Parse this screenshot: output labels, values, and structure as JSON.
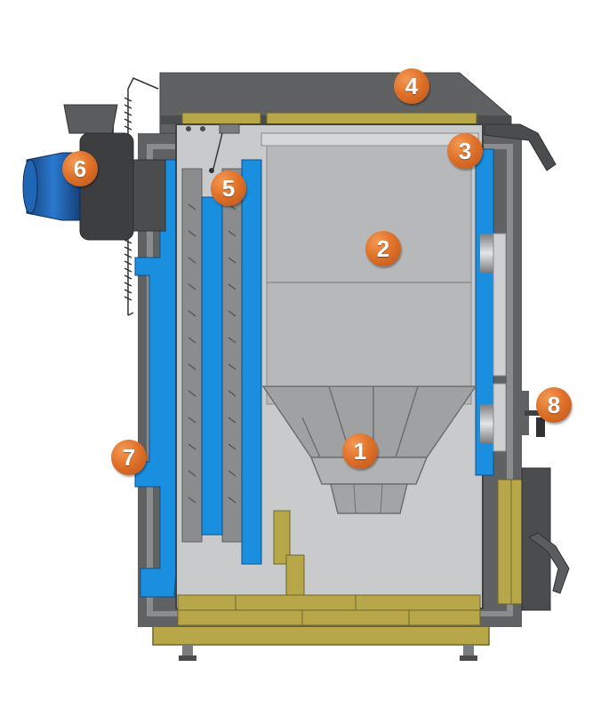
{
  "diagram": {
    "markers": [
      {
        "id": 1,
        "label": "1",
        "part": "burner-grate"
      },
      {
        "id": 2,
        "label": "2",
        "part": "fuel-chamber"
      },
      {
        "id": 3,
        "label": "3",
        "part": "water-jacket-front"
      },
      {
        "id": 4,
        "label": "4",
        "part": "top-cover"
      },
      {
        "id": 5,
        "label": "5",
        "part": "heat-exchanger"
      },
      {
        "id": 6,
        "label": "6",
        "part": "fan"
      },
      {
        "id": 7,
        "label": "7",
        "part": "water-jacket-rear"
      },
      {
        "id": 8,
        "label": "8",
        "part": "door-handle"
      }
    ],
    "colors": {
      "casing": "#5f6163",
      "chamber": "#b6b8ba",
      "water": "#1a8fe0",
      "insulation": "#b7a748",
      "fan": "#1f66b5",
      "marker": "#e0722a"
    }
  }
}
